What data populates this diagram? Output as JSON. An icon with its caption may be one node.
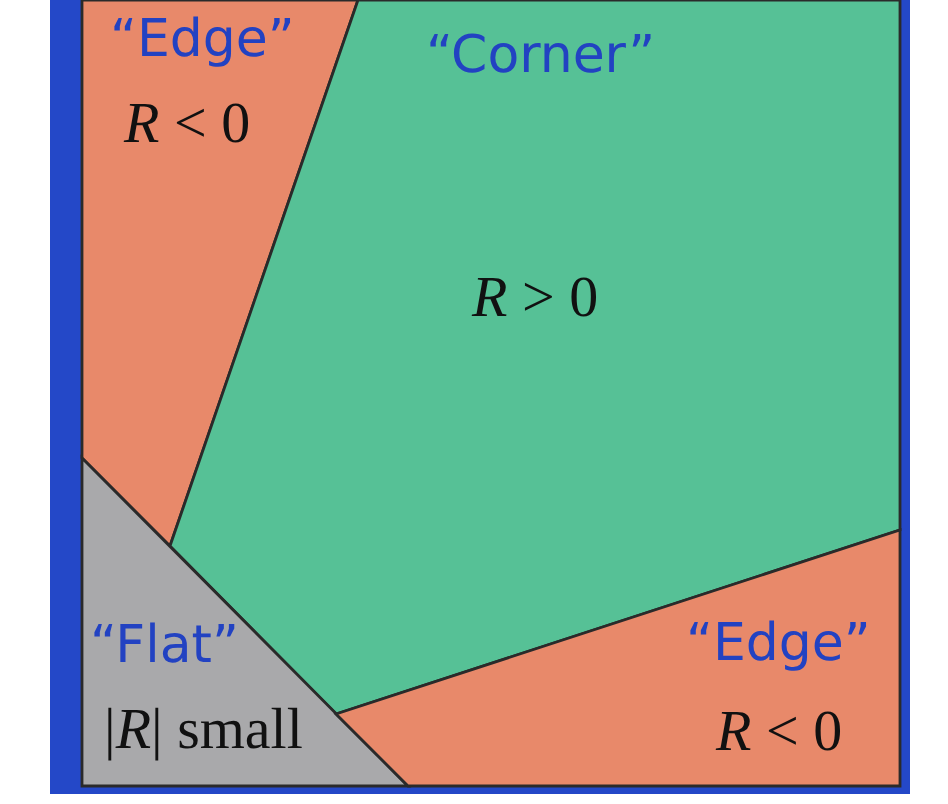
{
  "diagram": {
    "nodes": [
      {
        "text": [
          "“Edge”",
          "*R* < 0"
        ]
      },
      {
        "text": [
          "“Corner”",
          "*R* > 0"
        ]
      },
      {
        "text": [
          "“Flat”",
          "|*R*| small"
        ]
      },
      {
        "text": [
          "“Edge”",
          "*R* < 0"
        ]
      }
    ]
  }
}
